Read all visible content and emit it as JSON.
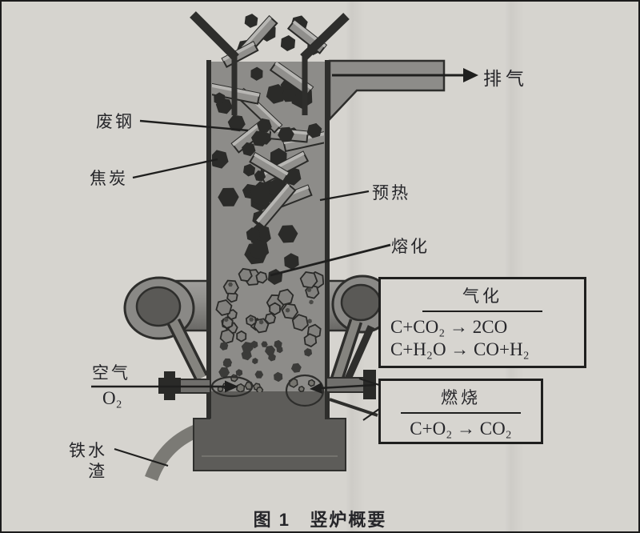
{
  "figure": {
    "caption": "图 1   竖炉概要",
    "labels": {
      "exhaust": "排气",
      "scrap_steel": "废钢",
      "coke": "焦炭",
      "preheat": "预热",
      "melting": "熔化",
      "air": "空气",
      "oxygen": "O₂",
      "molten_iron": "铁水",
      "slag": "渣"
    },
    "boxes": {
      "gasification": {
        "title": "气化",
        "reactions": [
          "C+CO₂ → 2CO",
          "C+H₂O → CO+H₂"
        ]
      },
      "combustion": {
        "title": "燃烧",
        "reactions": [
          "C+O₂ → CO₂"
        ]
      }
    },
    "colors": {
      "paper": "#d6d4cf",
      "furnace_gray": "#8d8c89",
      "melt_gray": "#5d5c59",
      "charge_dark": "#2b2b29",
      "line": "#1f1f1e"
    }
  }
}
